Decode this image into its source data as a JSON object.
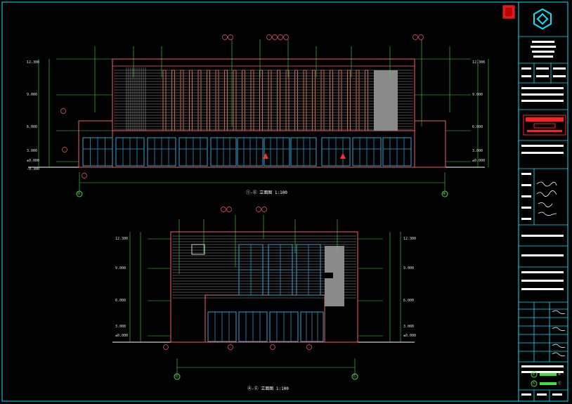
{
  "colors": {
    "background": "#000000",
    "frame": "#00e5ff",
    "outline": "#ff5a5a",
    "fins": "#c86a4a",
    "windows": "#2aa8d8",
    "dims": "#3ee03e",
    "text": "#e0e0e0",
    "title_block": "#00e5ff",
    "wall_gray": "#8a8a8a",
    "stamp": "#ff2020"
  },
  "upper_elevation": {
    "title": "①-⑥ 立面图",
    "scale": "1:100",
    "axis_left": "①",
    "axis_right": "⑥",
    "callouts": [
      "⑤",
      "⑦⑧⑨",
      "③"
    ],
    "level_labels_left": [
      "12.300",
      "9.000",
      "6.000",
      "3.000",
      "±0.000",
      "-0.300"
    ],
    "level_labels_right": [
      "12.300",
      "9.000",
      "6.000",
      "3.000",
      "±0.000"
    ]
  },
  "lower_elevation": {
    "title": "Ⓐ-Ⓔ 立面图",
    "scale": "1:100",
    "axis_left": "Ⓐ",
    "axis_right": "Ⓔ",
    "callouts": [
      "⑤",
      "⑦"
    ],
    "level_labels_left": [
      "12.300",
      "9.000",
      "6.000",
      "3.000",
      "±0.000"
    ],
    "level_labels_right": [
      "12.300",
      "9.000",
      "6.000",
      "3.000",
      "±0.000"
    ]
  },
  "title_block": {
    "logo": "logo-icon",
    "seal": "seal-icon",
    "legend_items": [
      {
        "tag": "①",
        "text": "⑥"
      },
      {
        "tag": "Ⓐ",
        "text": "Ⓔ"
      }
    ]
  }
}
